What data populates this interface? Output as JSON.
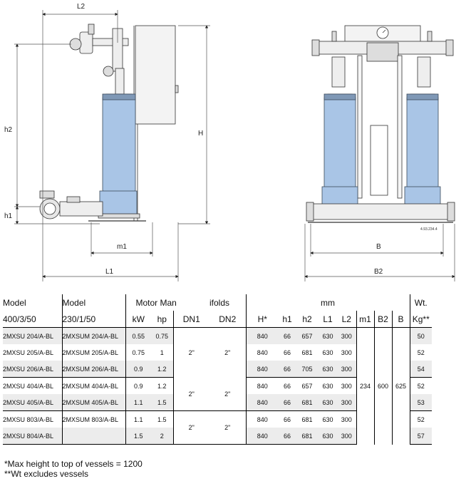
{
  "drawing": {
    "side_dims": {
      "L2": "L2",
      "h2": "h2",
      "H": "H",
      "h1": "h1",
      "m1": "m1",
      "L1": "L1"
    },
    "front_dims": {
      "B": "B",
      "B2": "B2"
    },
    "code": "4.93.234.4"
  },
  "table": {
    "headers": {
      "model_a": "Model",
      "model_a_sub": "400/3/50",
      "model_b": "Model",
      "model_b_sub": "230/1/50",
      "motor_man": "Motor Man",
      "ifolds": "ifolds",
      "mm": "mm",
      "wt": "Wt.",
      "kw": "kW",
      "hp": "hp",
      "dn1": "DN1",
      "dn2": "DN2",
      "H": "H*",
      "h1": "h1",
      "h2": "h2",
      "L1": "L1",
      "L2": "L2",
      "m1": "m1",
      "B2": "B2",
      "B": "B",
      "kg": "Kg**"
    },
    "rows": [
      {
        "model_a": "2MXSU 204/A-BL",
        "model_b": "2MXSUM 204/A-BL",
        "kw": "0.55",
        "hp": "0.75",
        "H": "840",
        "h1": "66",
        "h2": "657",
        "L1": "630",
        "L2": "300",
        "kg": "50"
      },
      {
        "model_a": "2MXSU 205/A-BL",
        "model_b": "2MXSUM 205/A-BL",
        "kw": "0.75",
        "hp": "1",
        "H": "840",
        "h1": "66",
        "h2": "681",
        "L1": "630",
        "L2": "300",
        "kg": "52"
      },
      {
        "model_a": "2MXSU 206/A-BL",
        "model_b": "2MXSUM 206/A-BL",
        "kw": "0.9",
        "hp": "1.2",
        "H": "840",
        "h1": "66",
        "h2": "705",
        "L1": "630",
        "L2": "300",
        "kg": "54"
      },
      {
        "model_a": "2MXSU 404/A-BL",
        "model_b": "2MXSUM 404/A-BL",
        "kw": "0.9",
        "hp": "1.2",
        "H": "840",
        "h1": "66",
        "h2": "657",
        "L1": "630",
        "L2": "300",
        "kg": "52"
      },
      {
        "model_a": "2MXSU 405/A-BL",
        "model_b": "2MXSUM 405/A-BL",
        "kw": "1.1",
        "hp": "1.5",
        "H": "840",
        "h1": "66",
        "h2": "681",
        "L1": "630",
        "L2": "300",
        "kg": "53"
      },
      {
        "model_a": "2MXSU 803/A-BL",
        "model_b": "2MXSUM 803/A-BL",
        "kw": "1.1",
        "hp": "1.5",
        "H": "840",
        "h1": "66",
        "h2": "681",
        "L1": "630",
        "L2": "300",
        "kg": "52"
      },
      {
        "model_a": "2MXSU 804/A-BL",
        "model_b": "",
        "kw": "1.5",
        "hp": "2",
        "H": "840",
        "h1": "66",
        "h2": "681",
        "L1": "630",
        "L2": "300",
        "kg": "57"
      }
    ],
    "groups": {
      "dn1": "2\"",
      "dn2": "2\""
    },
    "shared": {
      "m1": "234",
      "B2": "600",
      "B": "625"
    }
  },
  "notes": {
    "line1": "*Max height to top of vessels = 1200",
    "line2": "**Wt excludes vessels"
  },
  "colors": {
    "vessel": "#a9c5e6",
    "vessel_edge": "#3b4a5a",
    "shade": "#ececec"
  }
}
